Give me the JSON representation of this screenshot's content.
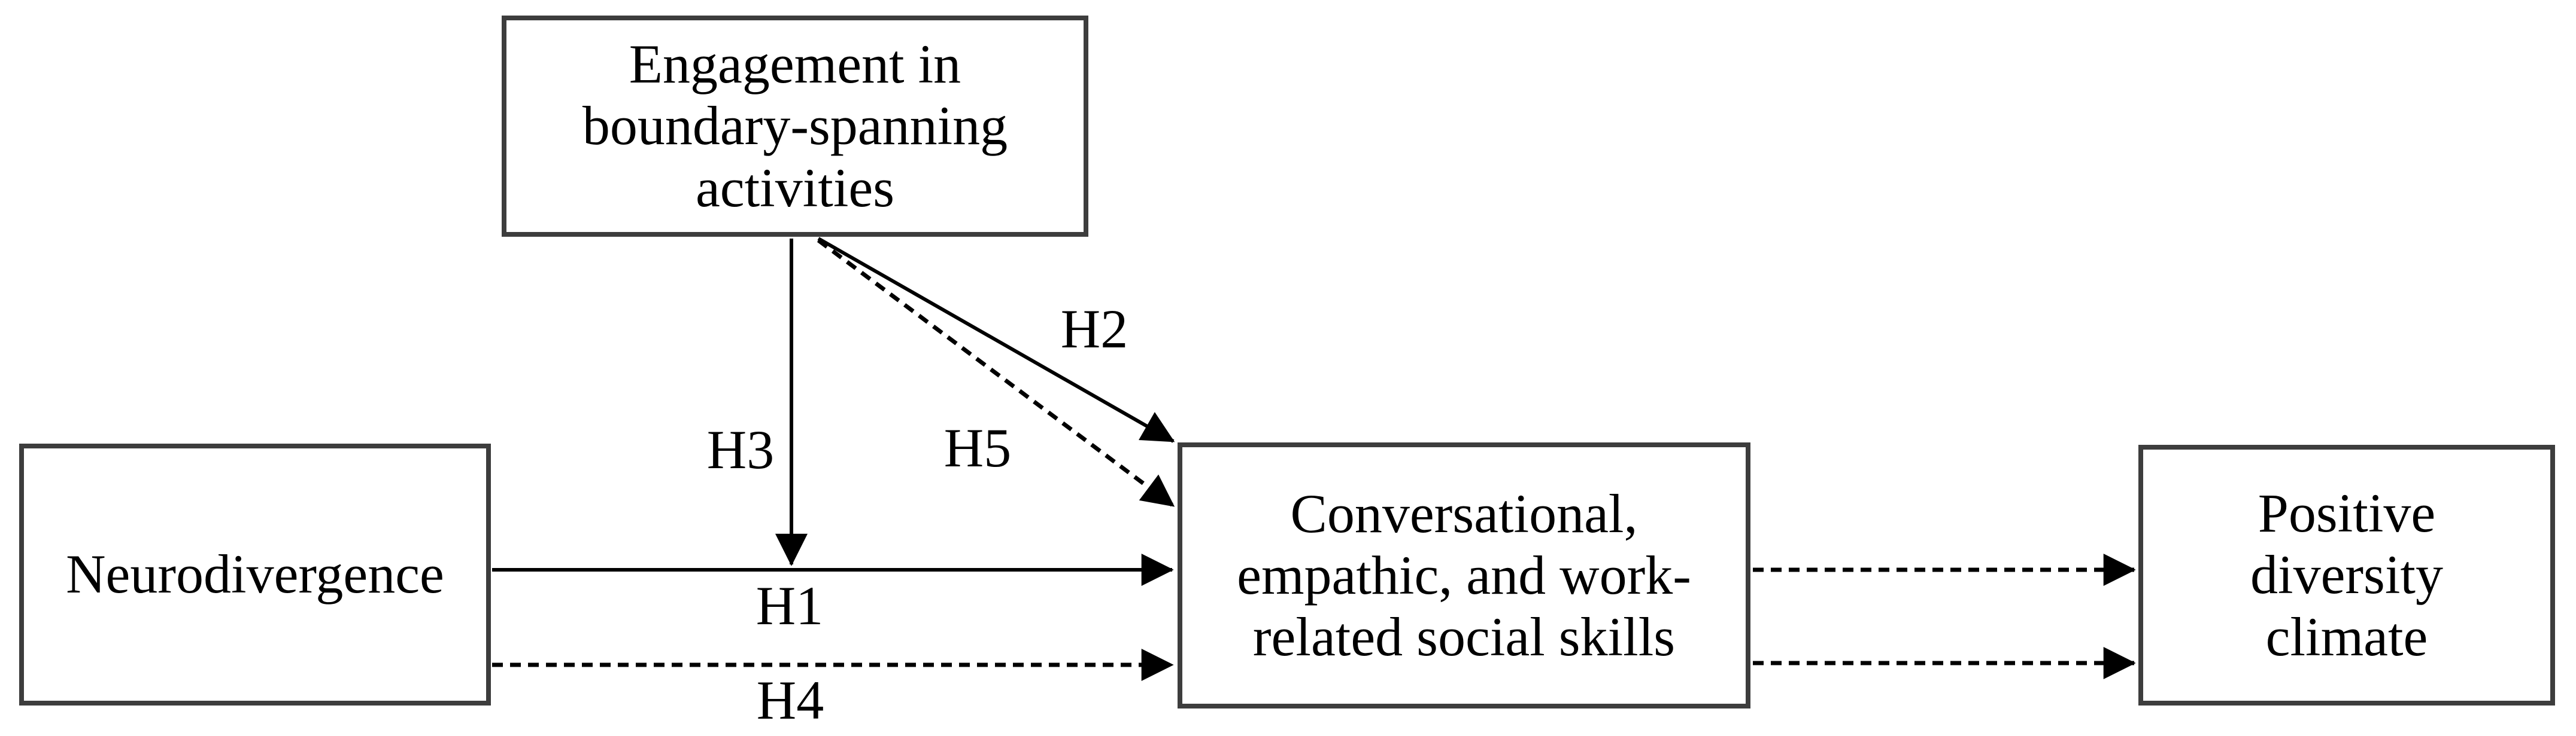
{
  "diagram": {
    "kind": "hypothesis-path-model",
    "background_color": "#ffffff",
    "colors": {
      "box_border": "#3d3d3d",
      "line": "#000000",
      "text": "#000000"
    },
    "nodes": {
      "engagement": {
        "label": "Engagement in\nboundary-spanning\nactivities"
      },
      "neurodivergence": {
        "label": "Neurodivergence"
      },
      "social_skills": {
        "label": "Conversational,\nempathic, and work-\nrelated social skills"
      },
      "diversity_climate": {
        "label": "Positive\ndiversity\nclimate"
      }
    },
    "edges": {
      "h1": {
        "label": "H1",
        "style": "solid",
        "from": "neurodivergence",
        "to": "social_skills"
      },
      "h2": {
        "label": "H2",
        "style": "solid",
        "from": "engagement",
        "to": "social_skills"
      },
      "h3": {
        "label": "H3",
        "style": "solid",
        "from": "engagement",
        "to": "h1-path (moderation)"
      },
      "h4": {
        "label": "H4",
        "style": "dashed",
        "from": "neurodivergence",
        "to": "social_skills"
      },
      "h5": {
        "label": "H5",
        "style": "dashed",
        "from": "engagement",
        "to": "social_skills"
      },
      "skills_to_climate_top": {
        "label": "",
        "style": "dashed",
        "from": "social_skills",
        "to": "diversity_climate"
      },
      "skills_to_climate_bottom": {
        "label": "",
        "style": "dashed",
        "from": "social_skills",
        "to": "diversity_climate"
      }
    }
  }
}
